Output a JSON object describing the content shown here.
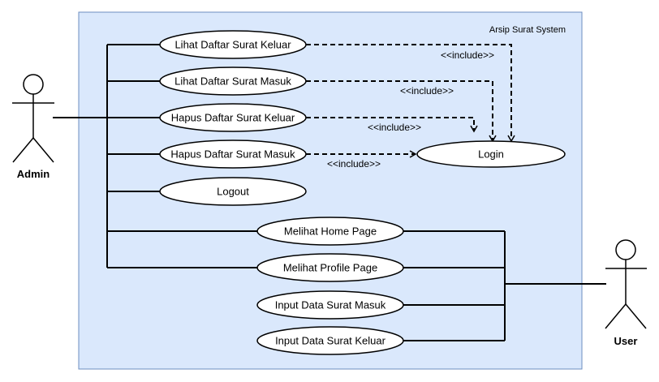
{
  "system": {
    "title": "Arsip Surat System"
  },
  "actors": {
    "admin": "Admin",
    "user": "User"
  },
  "use_cases": {
    "lihat_keluar": "Lihat Daftar Surat Keluar",
    "lihat_masuk": "Lihat Daftar Surat Masuk",
    "hapus_keluar": "Hapus Daftar Surat Keluar",
    "hapus_masuk": "Hapus Daftar Surat Masuk",
    "logout": "Logout",
    "home": "Melihat Home Page",
    "profile": "Melihat Profile Page",
    "input_masuk": "Input Data Surat Masuk",
    "input_keluar": "Input Data Surat Keluar",
    "login": "Login"
  },
  "relations": {
    "include_label": "<<include>>"
  },
  "colors": {
    "system_fill": "#dae8fc",
    "system_stroke": "#6c8ebf",
    "line": "#000000",
    "ellipse_fill": "#ffffff"
  }
}
